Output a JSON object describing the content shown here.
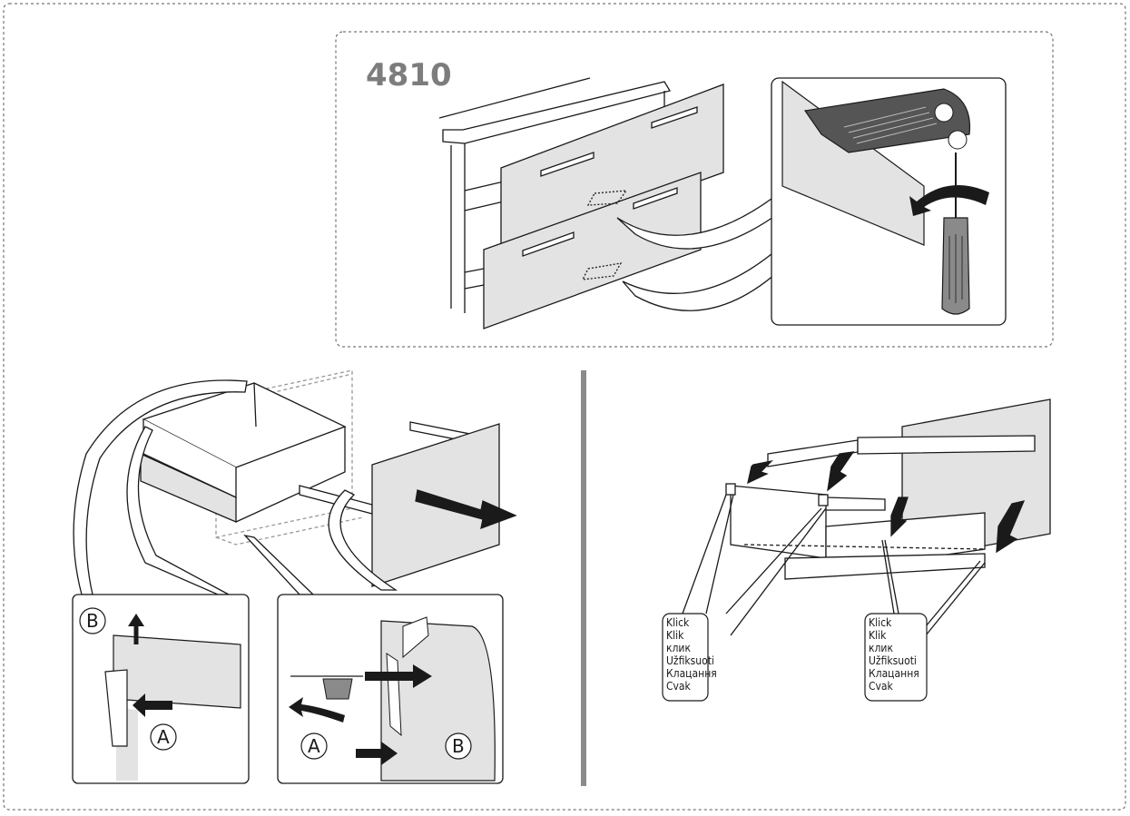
{
  "model_number": "4810",
  "callout_letters": {
    "a": "A",
    "b": "B"
  },
  "sound_labels": [
    "Klick",
    "Klik",
    "клик",
    "Užfiksuoti",
    "Клацання",
    "Cvak"
  ],
  "colors": {
    "line": "#1a1a1a",
    "panel": "#e3e3e3",
    "dark": "#555555",
    "divider": "#8a8a8a"
  }
}
